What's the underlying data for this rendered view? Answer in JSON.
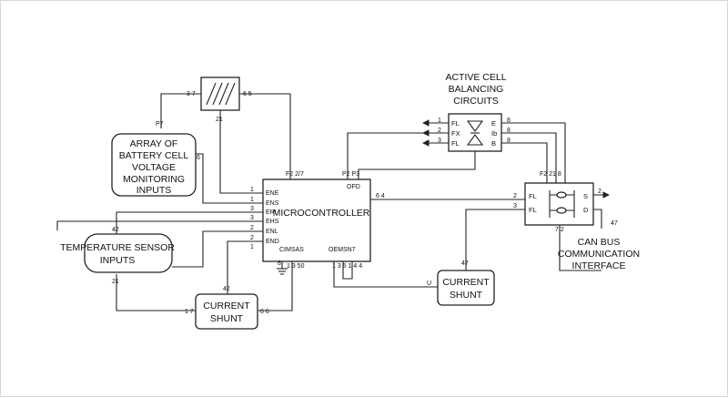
{
  "blocks": {
    "microcontroller": {
      "title": "MICROCONTROLLER",
      "pins_left": [
        "ENE",
        "ENS",
        "ERI",
        "EHS",
        "ENL",
        "END"
      ],
      "pin_right": "OFD",
      "bottom_left": "CIMSAS",
      "bottom_right": "OEMSN7",
      "top_label": "F2 2/7",
      "top_right_label": "P2 P3"
    },
    "array": {
      "lines": [
        "ARRAY OF",
        "BATTERY CELL",
        "VOLTAGE",
        "MONITORING",
        "INPUTS"
      ]
    },
    "temperature": {
      "lines": [
        "TEMPERATURE SENSOR",
        "INPUTS"
      ]
    },
    "shunt_left": {
      "lines": [
        "CURRENT",
        "SHUNT"
      ]
    },
    "shunt_right": {
      "lines": [
        "CURRENT",
        "SHUNT"
      ]
    },
    "balancing": {
      "title_lines": [
        "ACTIVE CELL",
        "BALANCING",
        "CIRCUITS"
      ],
      "pins_left": [
        "FL",
        "FX",
        "FL"
      ],
      "pins_right": [
        "E",
        "Ib",
        "B"
      ]
    },
    "can": {
      "pins_left": [
        "FL",
        "FL"
      ],
      "pins_right": [
        "S",
        "D"
      ],
      "caption_lines": [
        "CAN BUS",
        "COMMUNICATION",
        "INTERFACE"
      ]
    }
  },
  "wire_labels": {
    "protect_left": "3 7",
    "protect_right": "6 5",
    "protect_bottom": "21",
    "p7": "P7",
    "arr_6": "6",
    "mc_pins": [
      "1",
      "1",
      "3",
      "3",
      "2",
      "2",
      "1"
    ],
    "temp_top": "42",
    "temp_bottom": "21",
    "shunt_top": "42",
    "shunt_in": "1 7",
    "shunt_out": "6 6",
    "mc_bottom_left": "8",
    "mc_bottom_mid": "1 3 50",
    "mc_bottom_right": "1 3 5 1 4 4",
    "mc_right": "6 4",
    "bal_in": [
      "1",
      "2",
      "3"
    ],
    "bal_out": [
      "8",
      "8",
      "8"
    ],
    "can_in": [
      "2",
      "3"
    ],
    "can_top": "F2 21 8",
    "can_bottom": "7 2",
    "can_right": "2",
    "can_47": "47",
    "shunt_r_top": "47",
    "shunt_r_u": "U"
  }
}
